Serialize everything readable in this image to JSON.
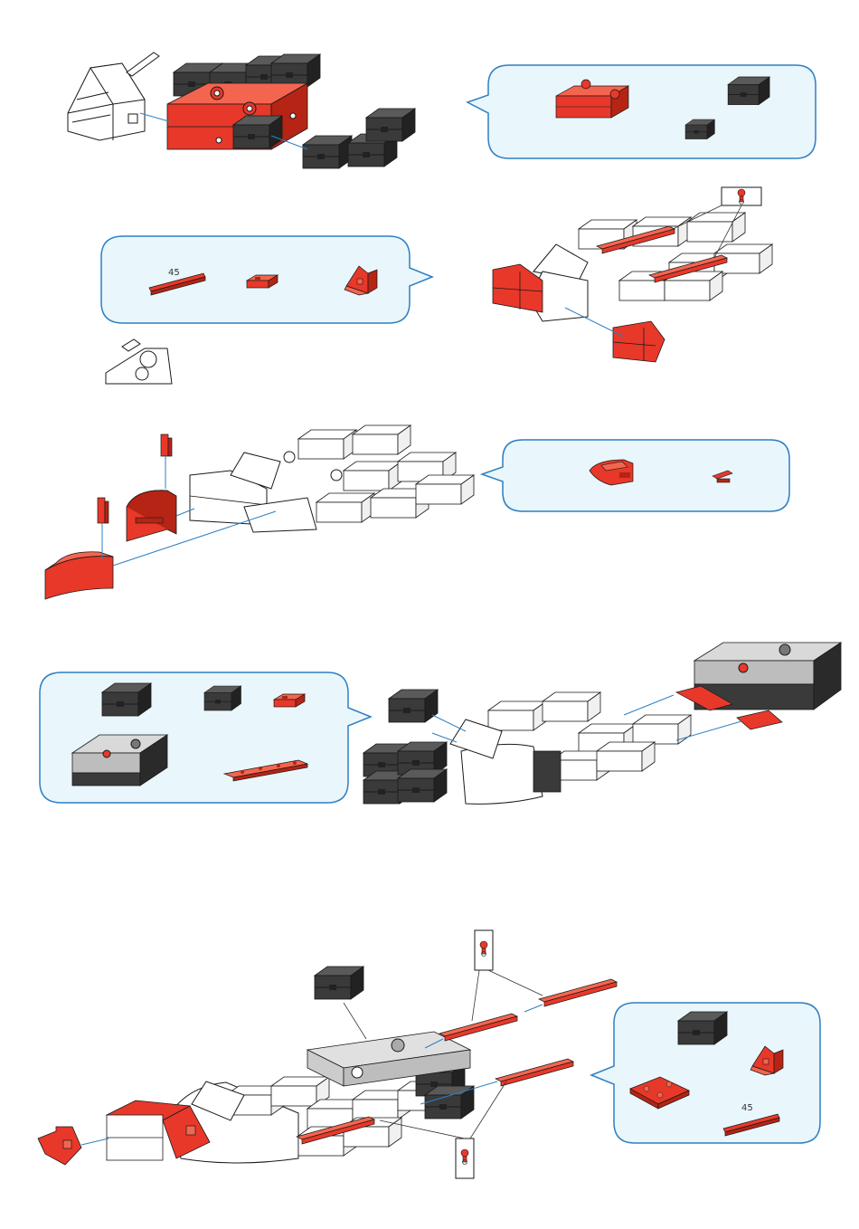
{
  "colors": {
    "red": "#e8382a",
    "red_dark": "#b52414",
    "red_light": "#f4654f",
    "black": "#3a3a3a",
    "black_dark": "#222222",
    "black_light": "#5a5a5a",
    "white_part": "#ffffff",
    "outline": "#1a1a1a",
    "callout_fill": "#e9f6fb",
    "callout_stroke": "#2f7fc1",
    "guide_line": "#2f7fc1",
    "leader_line": "#333333"
  },
  "steps": [
    {
      "callout": {
        "parts": [
          "red-frame-part",
          "black-block-large",
          "black-block-small"
        ]
      }
    },
    {
      "callout": {
        "parts": [
          "red-axle-45",
          "red-small-plate",
          "red-wedge-block"
        ],
        "axle_label": "45"
      }
    },
    {
      "callout": {
        "parts": [
          "red-curved-part",
          "red-small-clip"
        ]
      }
    },
    {
      "callout": {
        "parts": [
          "black-block-large",
          "black-block-small",
          "red-connector-plate",
          "battery-box",
          "red-long-plate"
        ]
      }
    },
    {
      "callout": {
        "parts": [
          "black-block-large",
          "red-wedge-block",
          "red-square-plate",
          "red-axle-45"
        ],
        "axle_label": "45"
      }
    }
  ]
}
